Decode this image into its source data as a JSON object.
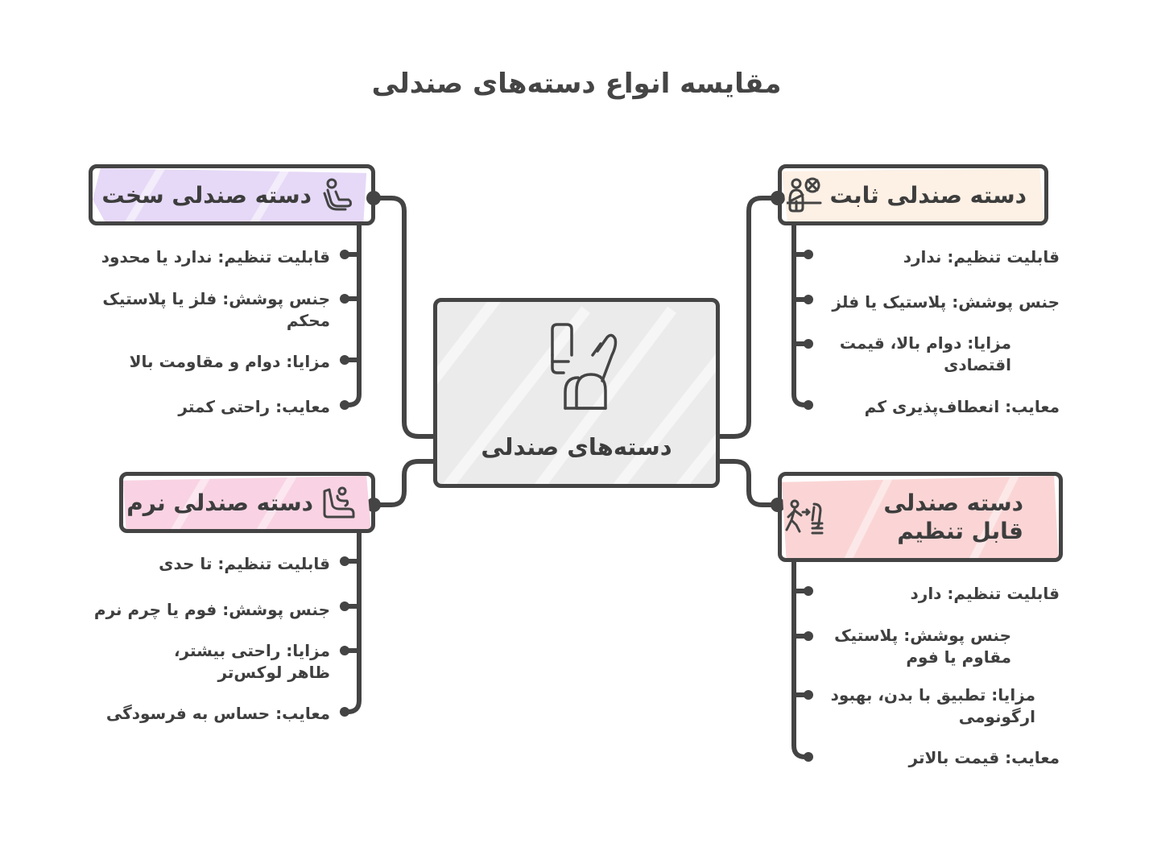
{
  "title": "مقایسه انواع دسته‌های صندلی",
  "center": {
    "label": "دسته‌های صندلی",
    "icon": "armchair-icon",
    "fill": "#ebebeb"
  },
  "branches": [
    {
      "id": "hard",
      "label": "دسته صندلی سخت",
      "icon": "seated-person-icon",
      "color": "#e6d9f7",
      "items": [
        "قابلیت تنظیم: ندارد یا محدود",
        "جنس پوشش: فلز یا پلاستیک محکم",
        "مزایا: دوام و مقاومت بالا",
        "معایب: راحتی کمتر"
      ]
    },
    {
      "id": "fixed",
      "label": "دسته صندلی ثابت",
      "icon": "person-no-seat-icon",
      "color": "#fdf0e4",
      "items": [
        "قابلیت تنظیم: ندارد",
        "جنس پوشش: پلاستیک یا فلز",
        "مزایا: دوام بالا، قیمت اقتصادی",
        "معایب: انعطاف‌پذیری کم"
      ]
    },
    {
      "id": "soft",
      "label": "دسته صندلی نرم",
      "icon": "child-car-seat-icon",
      "color": "#f9d3e3",
      "items": [
        "قابلیت تنظیم: تا حدی",
        "جنس پوشش: فوم یا چرم نرم",
        "مزایا: راحتی بیشتر، ظاهر لوکس‌تر",
        "معایب: حساس به فرسودگی"
      ]
    },
    {
      "id": "adjustable",
      "label": "دسته صندلی قابل تنظیم",
      "icon": "person-to-seat-icon",
      "color": "#fbd5d5",
      "items": [
        "قابلیت تنظیم: دارد",
        "جنس پوشش: پلاستیک مقاوم یا فوم",
        "مزایا: تطبیق با بدن، بهبود ارگونومی",
        "معایب: قیمت بالاتر"
      ]
    }
  ],
  "colors": {
    "stroke": "#444444",
    "text": "#3f3f3f"
  }
}
